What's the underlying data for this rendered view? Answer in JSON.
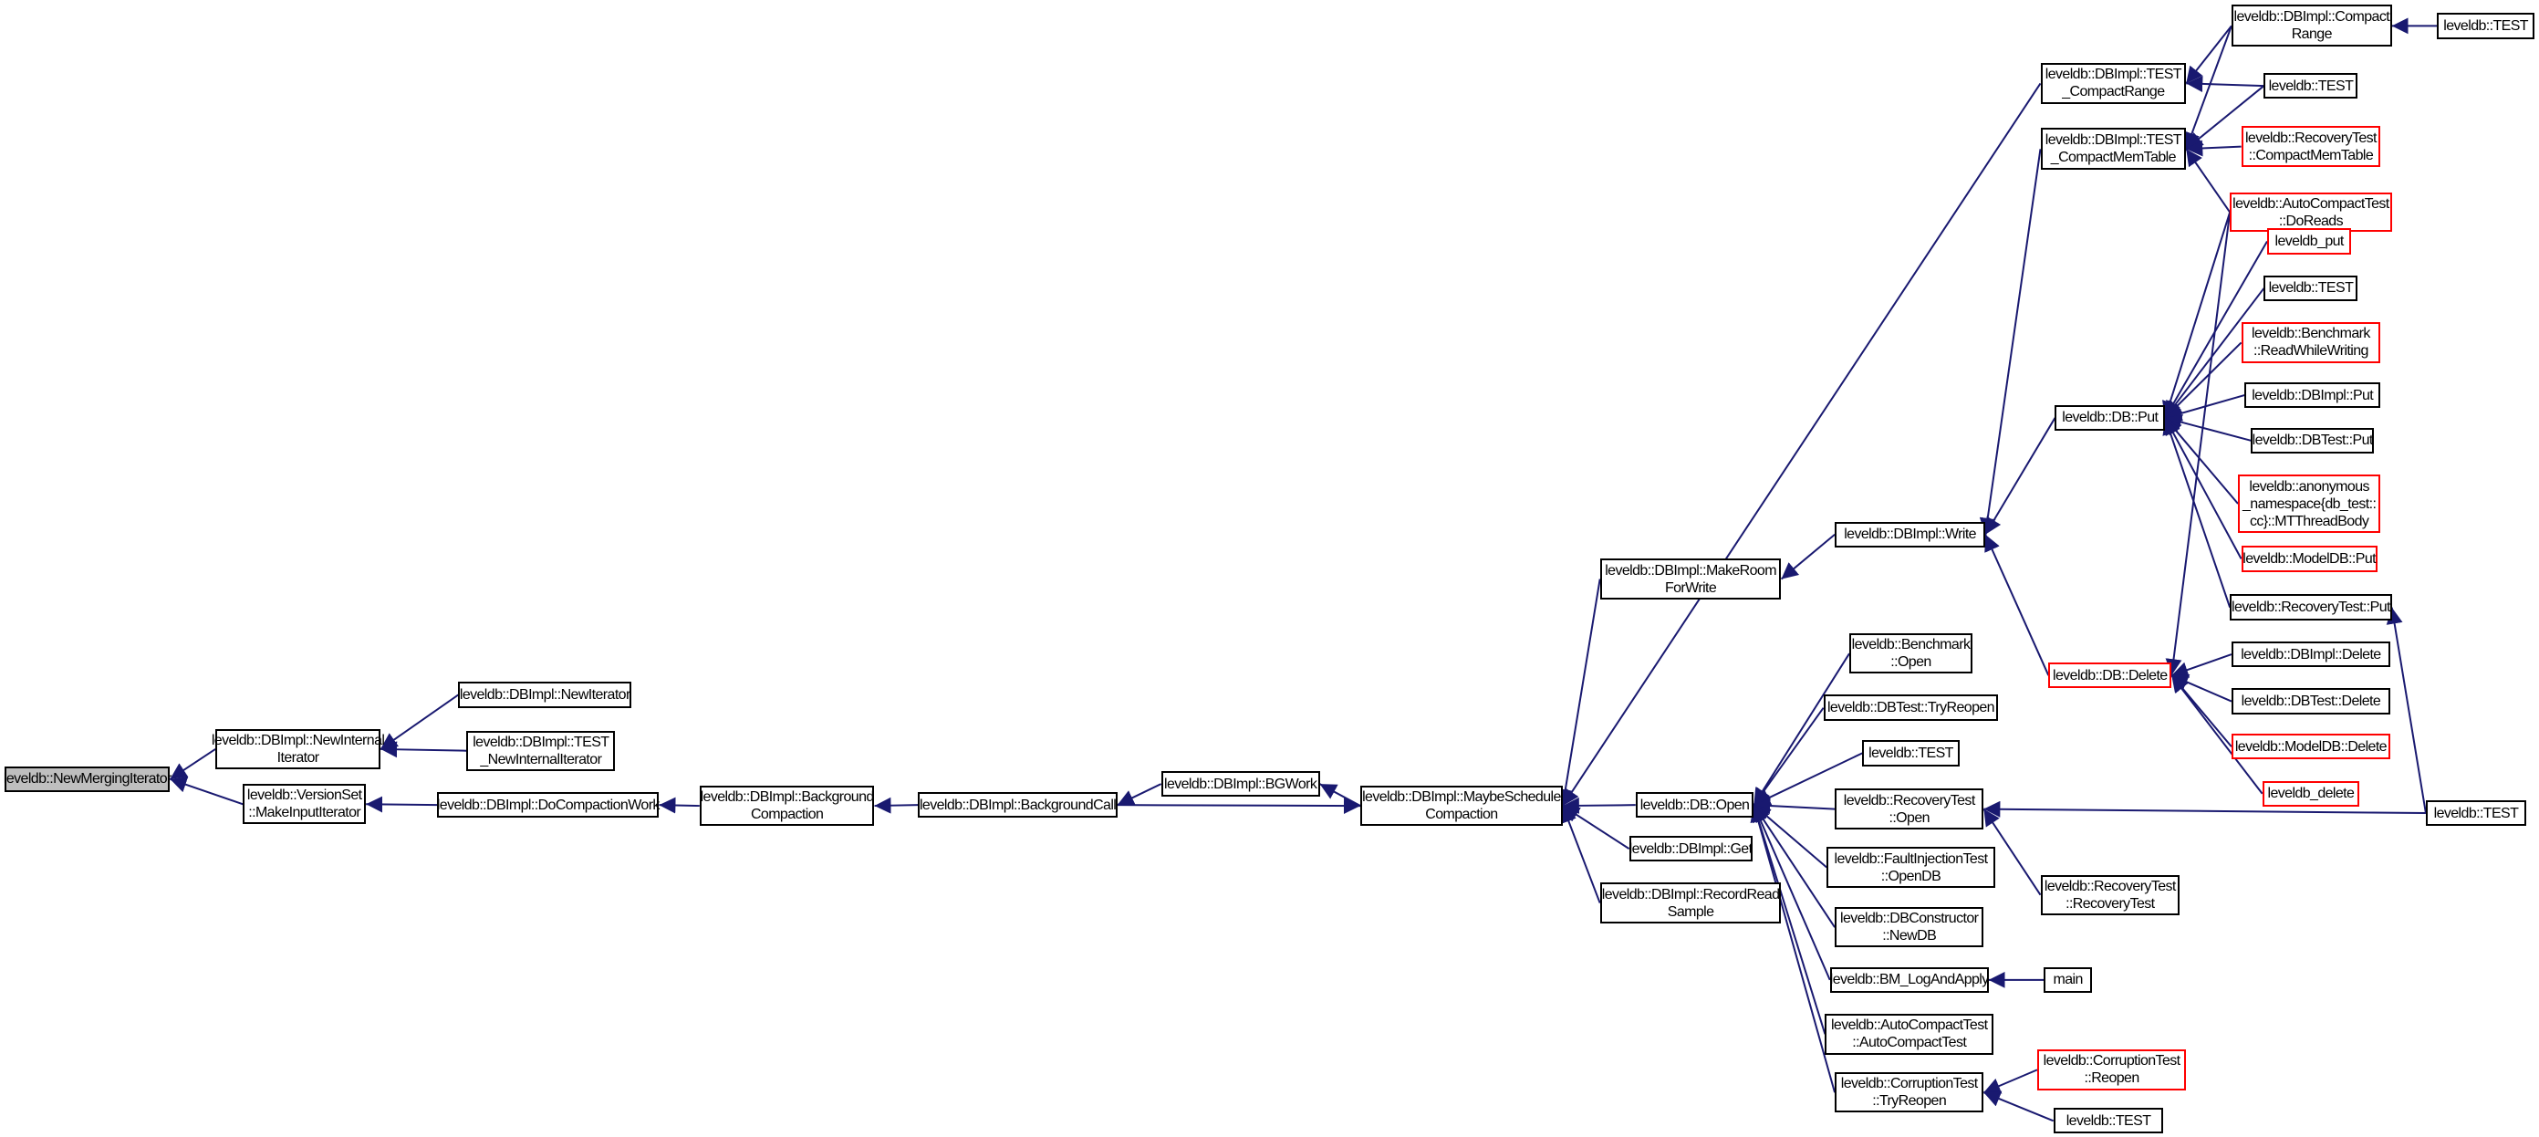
{
  "colors": {
    "edge": "#191970",
    "focus_fill": "#bfbfbf",
    "incomplete_border": "#ff0000",
    "border": "#000000"
  },
  "nodes": [
    {
      "id": 1,
      "lines": [
        "leveldb::NewMergingIterator"
      ],
      "style": "gray"
    },
    {
      "id": 2,
      "lines": [
        "leveldb::DBImpl::NewInternal",
        "Iterator"
      ],
      "style": "black"
    },
    {
      "id": 3,
      "lines": [
        "leveldb::DBImpl::NewIterator"
      ],
      "style": "black"
    },
    {
      "id": 4,
      "lines": [
        "leveldb::DBImpl::TEST",
        "_NewInternalIterator"
      ],
      "style": "black"
    },
    {
      "id": 5,
      "lines": [
        "leveldb::VersionSet",
        "::MakeInputIterator"
      ],
      "style": "black"
    },
    {
      "id": 6,
      "lines": [
        "leveldb::DBImpl::DoCompactionWork"
      ],
      "style": "black"
    },
    {
      "id": 7,
      "lines": [
        "leveldb::DBImpl::Background",
        "Compaction"
      ],
      "style": "black"
    },
    {
      "id": 8,
      "lines": [
        "leveldb::DBImpl::BackgroundCall"
      ],
      "style": "black"
    },
    {
      "id": 9,
      "lines": [
        "leveldb::DBImpl::BGWork"
      ],
      "style": "black"
    },
    {
      "id": 10,
      "lines": [
        "leveldb::DBImpl::MaybeSchedule",
        "Compaction"
      ],
      "style": "black"
    },
    {
      "id": 11,
      "lines": [
        "leveldb::DBImpl::MakeRoom",
        "ForWrite"
      ],
      "style": "black"
    },
    {
      "id": 12,
      "lines": [
        "leveldb::DBImpl::Get"
      ],
      "style": "black"
    },
    {
      "id": 13,
      "lines": [
        "leveldb::DBImpl::RecordRead",
        "Sample"
      ],
      "style": "black"
    },
    {
      "id": 14,
      "lines": [
        "leveldb::DB::Open"
      ],
      "style": "black"
    },
    {
      "id": 15,
      "lines": [
        "leveldb::DBImpl::Write"
      ],
      "style": "black"
    },
    {
      "id": 16,
      "lines": [
        "leveldb::DBImpl::TEST",
        "_CompactRange"
      ],
      "style": "black"
    },
    {
      "id": 17,
      "lines": [
        "leveldb::DBImpl::TEST",
        "_CompactMemTable"
      ],
      "style": "black"
    },
    {
      "id": 18,
      "lines": [
        "leveldb::DBImpl::Compact",
        "Range"
      ],
      "style": "black"
    },
    {
      "id": 19,
      "lines": [
        "leveldb::TEST"
      ],
      "style": "black"
    },
    {
      "id": 20,
      "lines": [
        "leveldb::TEST"
      ],
      "style": "black"
    },
    {
      "id": 21,
      "lines": [
        "leveldb::RecoveryTest",
        "::CompactMemTable"
      ],
      "style": "red"
    },
    {
      "id": 22,
      "lines": [
        "leveldb::AutoCompactTest",
        "::DoReads"
      ],
      "style": "red"
    },
    {
      "id": 23,
      "lines": [
        "leveldb_put"
      ],
      "style": "red"
    },
    {
      "id": 24,
      "lines": [
        "leveldb::TEST"
      ],
      "style": "black"
    },
    {
      "id": 25,
      "lines": [
        "leveldb::Benchmark",
        "::ReadWhileWriting"
      ],
      "style": "red"
    },
    {
      "id": 26,
      "lines": [
        "leveldb::DBImpl::Put"
      ],
      "style": "black"
    },
    {
      "id": 27,
      "lines": [
        "leveldb::DBTest::Put"
      ],
      "style": "black"
    },
    {
      "id": 28,
      "lines": [
        "leveldb::anonymous",
        "_namespace{db_test::",
        "cc}::MTThreadBody"
      ],
      "style": "red"
    },
    {
      "id": 29,
      "lines": [
        "leveldb::ModelDB::Put"
      ],
      "style": "red"
    },
    {
      "id": 30,
      "lines": [
        "leveldb::RecoveryTest::Put"
      ],
      "style": "black"
    },
    {
      "id": 31,
      "lines": [
        "leveldb::DB::Put"
      ],
      "style": "black"
    },
    {
      "id": 32,
      "lines": [
        "leveldb::DB::Delete"
      ],
      "style": "red"
    },
    {
      "id": 33,
      "lines": [
        "leveldb::DBImpl::Delete"
      ],
      "style": "black"
    },
    {
      "id": 34,
      "lines": [
        "leveldb::DBTest::Delete"
      ],
      "style": "black"
    },
    {
      "id": 35,
      "lines": [
        "leveldb::ModelDB::Delete"
      ],
      "style": "red"
    },
    {
      "id": 36,
      "lines": [
        "leveldb_delete"
      ],
      "style": "red"
    },
    {
      "id": 37,
      "lines": [
        "leveldb::TEST"
      ],
      "style": "black"
    },
    {
      "id": 38,
      "lines": [
        "leveldb::Benchmark",
        "::Open"
      ],
      "style": "black"
    },
    {
      "id": 39,
      "lines": [
        "leveldb::DBTest::TryReopen"
      ],
      "style": "black"
    },
    {
      "id": 40,
      "lines": [
        "leveldb::TEST"
      ],
      "style": "black"
    },
    {
      "id": 41,
      "lines": [
        "leveldb::RecoveryTest",
        "::Open"
      ],
      "style": "black"
    },
    {
      "id": 42,
      "lines": [
        "leveldb::FaultInjectionTest",
        "::OpenDB"
      ],
      "style": "black"
    },
    {
      "id": 43,
      "lines": [
        "leveldb::DBConstructor",
        "::NewDB"
      ],
      "style": "black"
    },
    {
      "id": 44,
      "lines": [
        "leveldb::BM_LogAndApply"
      ],
      "style": "black"
    },
    {
      "id": 45,
      "lines": [
        "leveldb::AutoCompactTest",
        "::AutoCompactTest"
      ],
      "style": "black"
    },
    {
      "id": 46,
      "lines": [
        "leveldb::CorruptionTest",
        "::TryReopen"
      ],
      "style": "black"
    },
    {
      "id": 47,
      "lines": [
        "leveldb::RecoveryTest",
        "::RecoveryTest"
      ],
      "style": "black"
    },
    {
      "id": 48,
      "lines": [
        "main"
      ],
      "style": "black"
    },
    {
      "id": 49,
      "lines": [
        "leveldb::CorruptionTest",
        "::Reopen"
      ],
      "style": "red"
    },
    {
      "id": 50,
      "lines": [
        "leveldb::TEST"
      ],
      "style": "black"
    }
  ],
  "edges": [
    [
      2,
      1
    ],
    [
      5,
      1
    ],
    [
      3,
      2
    ],
    [
      4,
      2
    ],
    [
      6,
      5
    ],
    [
      7,
      6
    ],
    [
      8,
      7
    ],
    [
      9,
      8
    ],
    [
      8,
      10
    ],
    [
      10,
      9
    ],
    [
      11,
      10
    ],
    [
      12,
      10
    ],
    [
      13,
      10
    ],
    [
      14,
      10
    ],
    [
      16,
      10
    ],
    [
      15,
      11
    ],
    [
      31,
      15
    ],
    [
      32,
      15
    ],
    [
      17,
      15
    ],
    [
      18,
      16
    ],
    [
      20,
      16
    ],
    [
      18,
      17
    ],
    [
      20,
      17
    ],
    [
      21,
      17
    ],
    [
      22,
      17
    ],
    [
      19,
      18
    ],
    [
      22,
      31
    ],
    [
      23,
      31
    ],
    [
      24,
      31
    ],
    [
      25,
      31
    ],
    [
      26,
      31
    ],
    [
      27,
      31
    ],
    [
      28,
      31
    ],
    [
      29,
      31
    ],
    [
      30,
      31
    ],
    [
      22,
      32
    ],
    [
      33,
      32
    ],
    [
      34,
      32
    ],
    [
      35,
      32
    ],
    [
      36,
      32
    ],
    [
      37,
      30
    ],
    [
      37,
      41
    ],
    [
      38,
      14
    ],
    [
      39,
      14
    ],
    [
      40,
      14
    ],
    [
      41,
      14
    ],
    [
      42,
      14
    ],
    [
      43,
      14
    ],
    [
      44,
      14
    ],
    [
      45,
      14
    ],
    [
      46,
      14
    ],
    [
      47,
      41
    ],
    [
      48,
      44
    ],
    [
      49,
      46
    ],
    [
      50,
      46
    ]
  ]
}
